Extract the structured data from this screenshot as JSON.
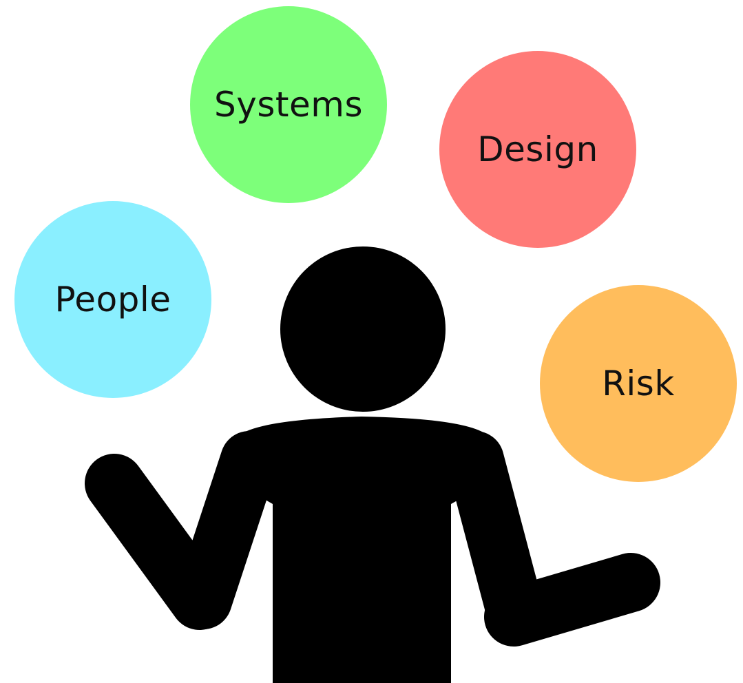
{
  "colors": {
    "background": "#ffffff",
    "figure": "#000000",
    "text": "#111111"
  },
  "bubbles": [
    {
      "label": "Systems",
      "color": "#7dff7a"
    },
    {
      "label": "Design",
      "color": "#ff7a77"
    },
    {
      "label": "People",
      "color": "#8aefff"
    },
    {
      "label": "Risk",
      "color": "#ffbd5c"
    }
  ]
}
